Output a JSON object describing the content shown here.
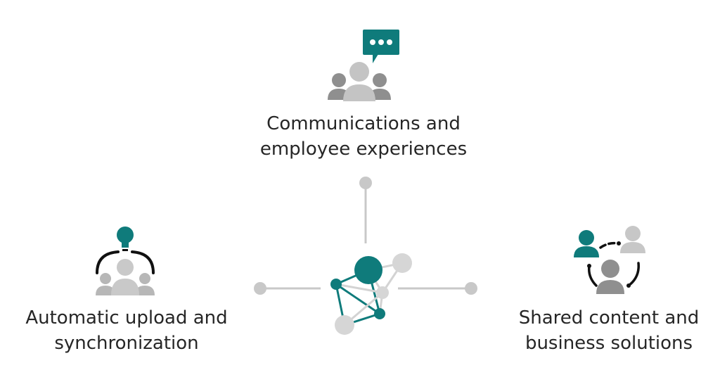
{
  "colors": {
    "teal": "#0f7b7b",
    "gray_light": "#d0d0d0",
    "gray_mid": "#b7b7b7",
    "gray_dark": "#8f8f8f",
    "line": "#c8c8c8",
    "black": "#111111",
    "text": "#262626"
  },
  "icons": {
    "top": "group-chat-icon",
    "left": "idea-sync-group-icon",
    "right": "people-cycle-icon",
    "center": "network-hub-icon"
  },
  "nodes": {
    "top": {
      "line1": "Communications and",
      "line2": "employee experiences"
    },
    "left": {
      "line1": "Automatic upload and",
      "line2": "synchronization"
    },
    "right": {
      "line1": "Shared content and",
      "line2": "business solutions"
    }
  }
}
